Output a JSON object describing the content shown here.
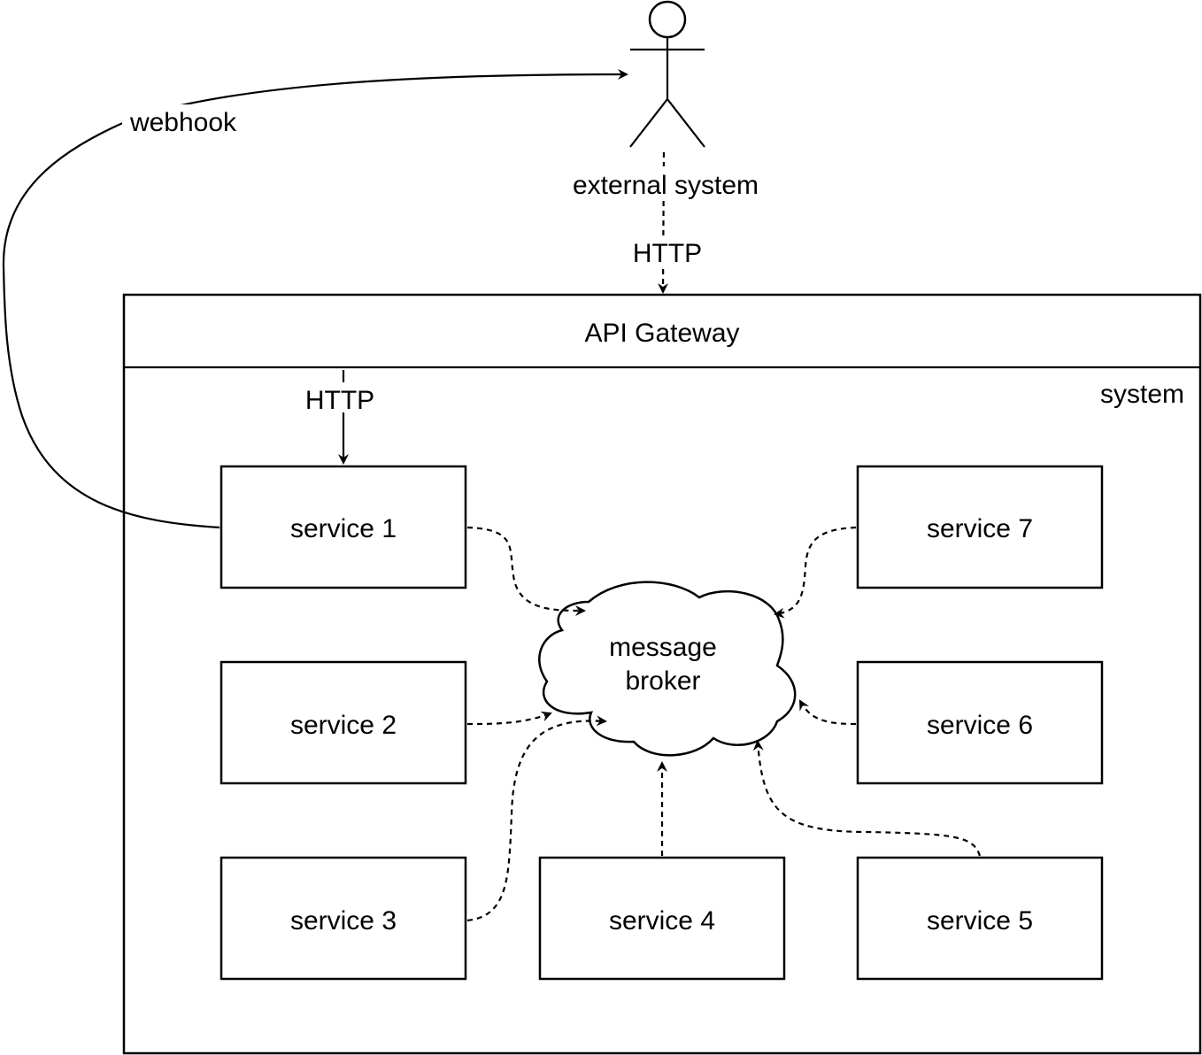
{
  "actor": {
    "label": "external system"
  },
  "edges": {
    "webhook_label": "webhook",
    "external_http_label": "HTTP",
    "gateway_http_label": "HTTP"
  },
  "gateway": {
    "label": "API Gateway"
  },
  "system": {
    "label": "system"
  },
  "broker": {
    "label_line1": "message",
    "label_line2": "broker"
  },
  "services": [
    {
      "label": "service 1"
    },
    {
      "label": "service 2"
    },
    {
      "label": "service 3"
    },
    {
      "label": "service 4"
    },
    {
      "label": "service 5"
    },
    {
      "label": "service 6"
    },
    {
      "label": "service 7"
    }
  ]
}
